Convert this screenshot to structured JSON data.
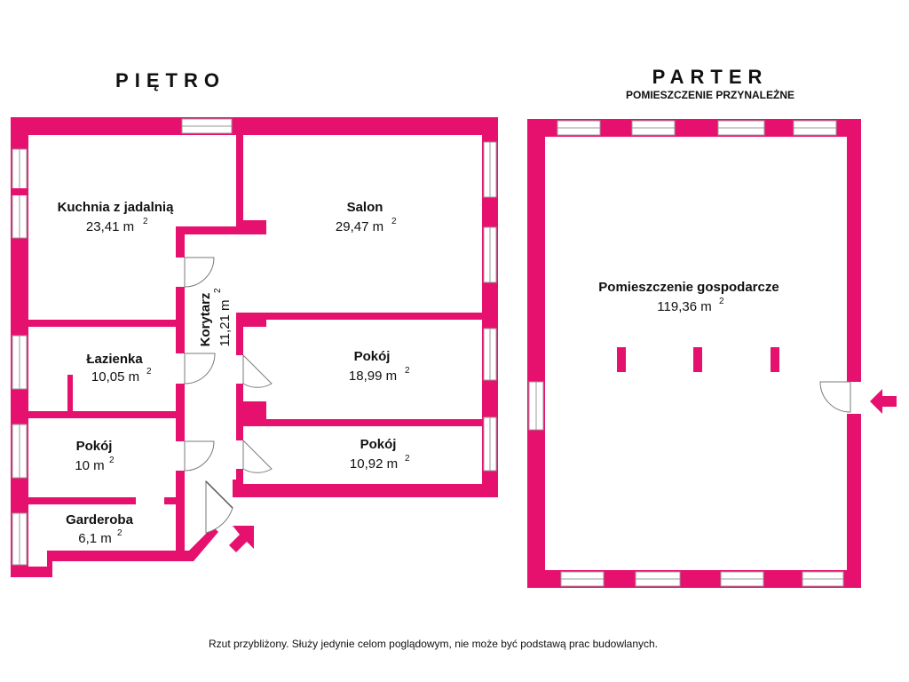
{
  "upper_floor": {
    "title": "PIĘTRO",
    "rooms": [
      {
        "name": "Kuchnia z jadalnią",
        "area": "23,41 m",
        "sup": "2"
      },
      {
        "name": "Salon",
        "area": "29,47 m",
        "sup": "2"
      },
      {
        "name": "Łazienka",
        "area": "10,05 m",
        "sup": "2"
      },
      {
        "name": "Korytarz",
        "area": "11,21 m",
        "sup": "2"
      },
      {
        "name": "Pokój",
        "area": "18,99 m",
        "sup": "2"
      },
      {
        "name": "Pokój",
        "area": "10 m",
        "sup": "2"
      },
      {
        "name": "Pokój",
        "area": "10,92 m",
        "sup": "2"
      },
      {
        "name": "Garderoba",
        "area": "6,1 m",
        "sup": "2"
      }
    ]
  },
  "ground_floor": {
    "title": "PARTER",
    "subtitle": "POMIESZCZENIE PRZYNALEŻNE",
    "rooms": [
      {
        "name": "Pomieszczenie gospodarcze",
        "area": "119,36 m",
        "sup": "2"
      }
    ]
  },
  "disclaimer": "Rzut przybliżony. Służy jedynie celom poglądowym, nie może być podstawą prac budowlanych.",
  "colors": {
    "wall": "#e6106e",
    "window": "#ffffff",
    "text": "#111111"
  },
  "icons": [
    "entrance-arrow-icon",
    "door-swing-icon",
    "window-icon"
  ]
}
